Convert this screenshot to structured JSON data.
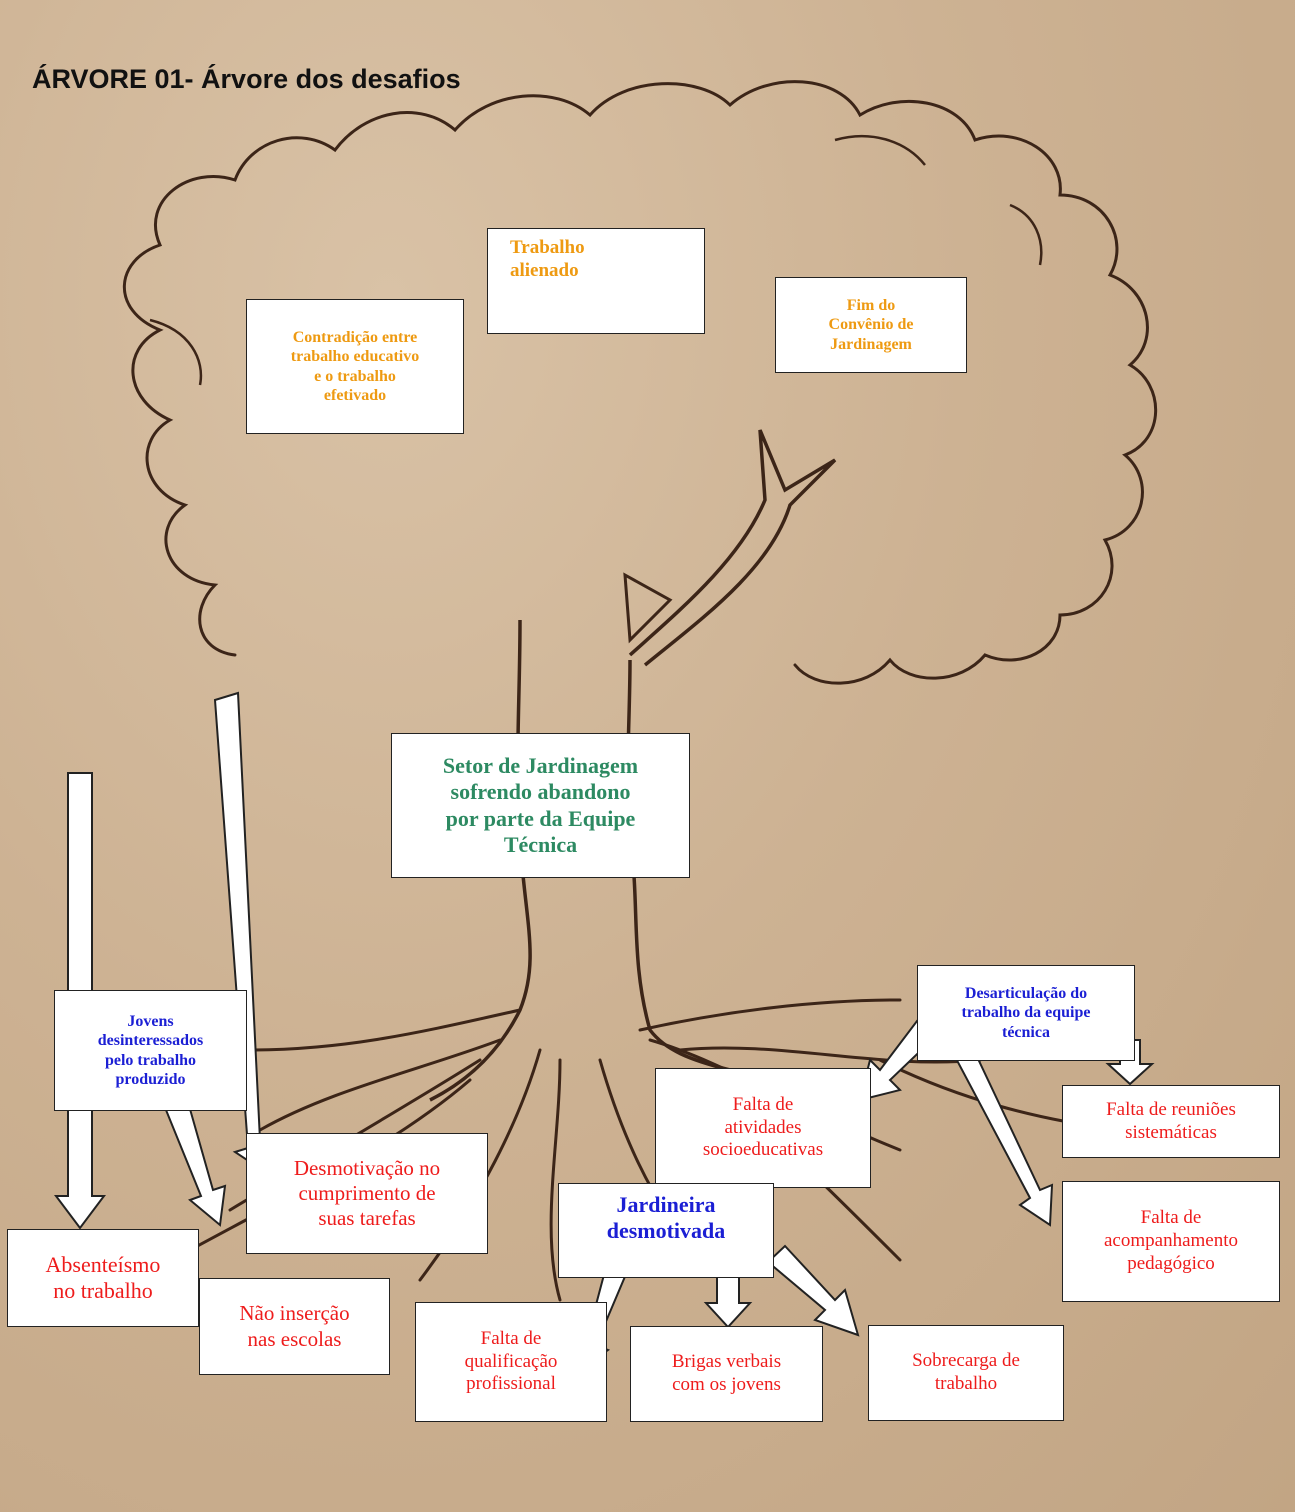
{
  "title": "ÁRVORE 01- Árvore dos desafios",
  "colors": {
    "background": "#cdb293",
    "trunk_ink": "#3c2518",
    "crown_text": "#ee9a12",
    "trunk_text": "#2d8a62",
    "cause_text": "#1b1fd4",
    "effect_text": "#ee1c1c"
  },
  "crown": {
    "contradicao": "Contradição entre\ntrabalho educativo\ne o trabalho\nefetivado",
    "trabalho_alienado": "Trabalho\nalienado",
    "fim_convenio": "Fim do\nConvênio de\nJardinagem"
  },
  "trunk": {
    "problema_central": "Setor de Jardinagem\nsofrendo abandono\npor parte da Equipe\nTécnica"
  },
  "roots": {
    "jovens": "Jovens\ndesinteressados\npelo trabalho\nproduzido",
    "absenteismo": "Absenteísmo\nno trabalho",
    "nao_insercao": "Não inserção\nnas escolas",
    "desmotivacao": "Desmotivação no\ncumprimento de\nsuas tarefas",
    "jardineira": "Jardineira\ndesmotivada",
    "falta_qualificacao": "Falta de\nqualificação\nprofissional",
    "brigas": "Brigas verbais\ncom os jovens",
    "sobrecarga": "Sobrecarga de\ntrabalho",
    "desarticulacao": "Desarticulação do\ntrabalho da equipe\ntécnica",
    "falta_atividades": "Falta de\natividades\nsocioeducativas",
    "falta_reunioes": "Falta de reuniões\nsistemáticas",
    "falta_acompanhamento": "Falta de\nacompanhamento\npedagógico"
  }
}
